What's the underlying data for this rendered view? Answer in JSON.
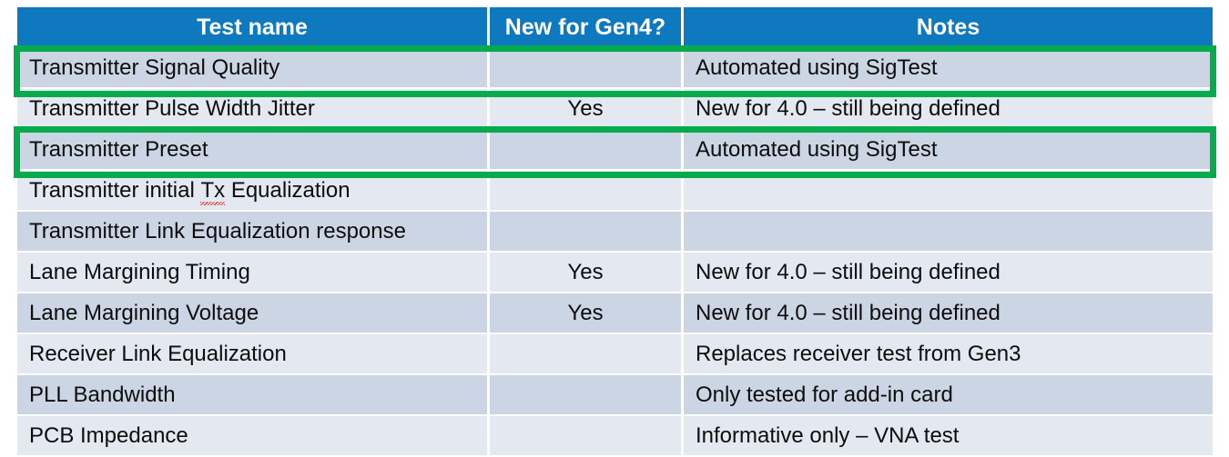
{
  "colors": {
    "header_bg": "#0f79c0",
    "header_text": "#ffffff",
    "row_odd_bg": "#ccd5e3",
    "row_even_bg": "#e4e8f0",
    "highlight_green": "#08aa4e",
    "body_text": "#0d0d0d",
    "page_bg": "#ffffff",
    "spellcheck_underline": "#e2433a"
  },
  "table": {
    "columns": [
      {
        "key": "test_name",
        "label": "Test name",
        "align": "left"
      },
      {
        "key": "new_for_gen4",
        "label": "New for Gen4?",
        "align": "center"
      },
      {
        "key": "notes",
        "label": "Notes",
        "align": "left"
      }
    ],
    "rows": [
      {
        "test_name": "Transmitter Signal Quality",
        "new_for_gen4": "",
        "notes": "Automated using SigTest",
        "highlighted": true,
        "misspelled_word": ""
      },
      {
        "test_name": "Transmitter Pulse Width Jitter",
        "new_for_gen4": "Yes",
        "notes": "New for 4.0 – still being defined",
        "highlighted": false,
        "misspelled_word": ""
      },
      {
        "test_name": "Transmitter Preset",
        "new_for_gen4": "",
        "notes": "Automated using SigTest",
        "highlighted": true,
        "misspelled_word": ""
      },
      {
        "test_name": "Transmitter initial Tx Equalization",
        "new_for_gen4": "",
        "notes": "",
        "highlighted": false,
        "misspelled_word": "Tx"
      },
      {
        "test_name": "Transmitter Link Equalization response",
        "new_for_gen4": "",
        "notes": "",
        "highlighted": false,
        "misspelled_word": ""
      },
      {
        "test_name": "Lane Margining Timing",
        "new_for_gen4": "Yes",
        "notes": "New for 4.0 – still being defined",
        "highlighted": false,
        "misspelled_word": ""
      },
      {
        "test_name": "Lane Margining Voltage",
        "new_for_gen4": "Yes",
        "notes": "New for 4.0 – still being defined",
        "highlighted": false,
        "misspelled_word": ""
      },
      {
        "test_name": "Receiver Link Equalization",
        "new_for_gen4": "",
        "notes": "Replaces receiver test from Gen3",
        "highlighted": false,
        "misspelled_word": ""
      },
      {
        "test_name": "PLL Bandwidth",
        "new_for_gen4": "",
        "notes": "Only tested for add-in card",
        "highlighted": false,
        "misspelled_word": ""
      },
      {
        "test_name": "PCB Impedance",
        "new_for_gen4": "",
        "notes": "Informative only – VNA test",
        "highlighted": false,
        "misspelled_word": ""
      }
    ]
  }
}
